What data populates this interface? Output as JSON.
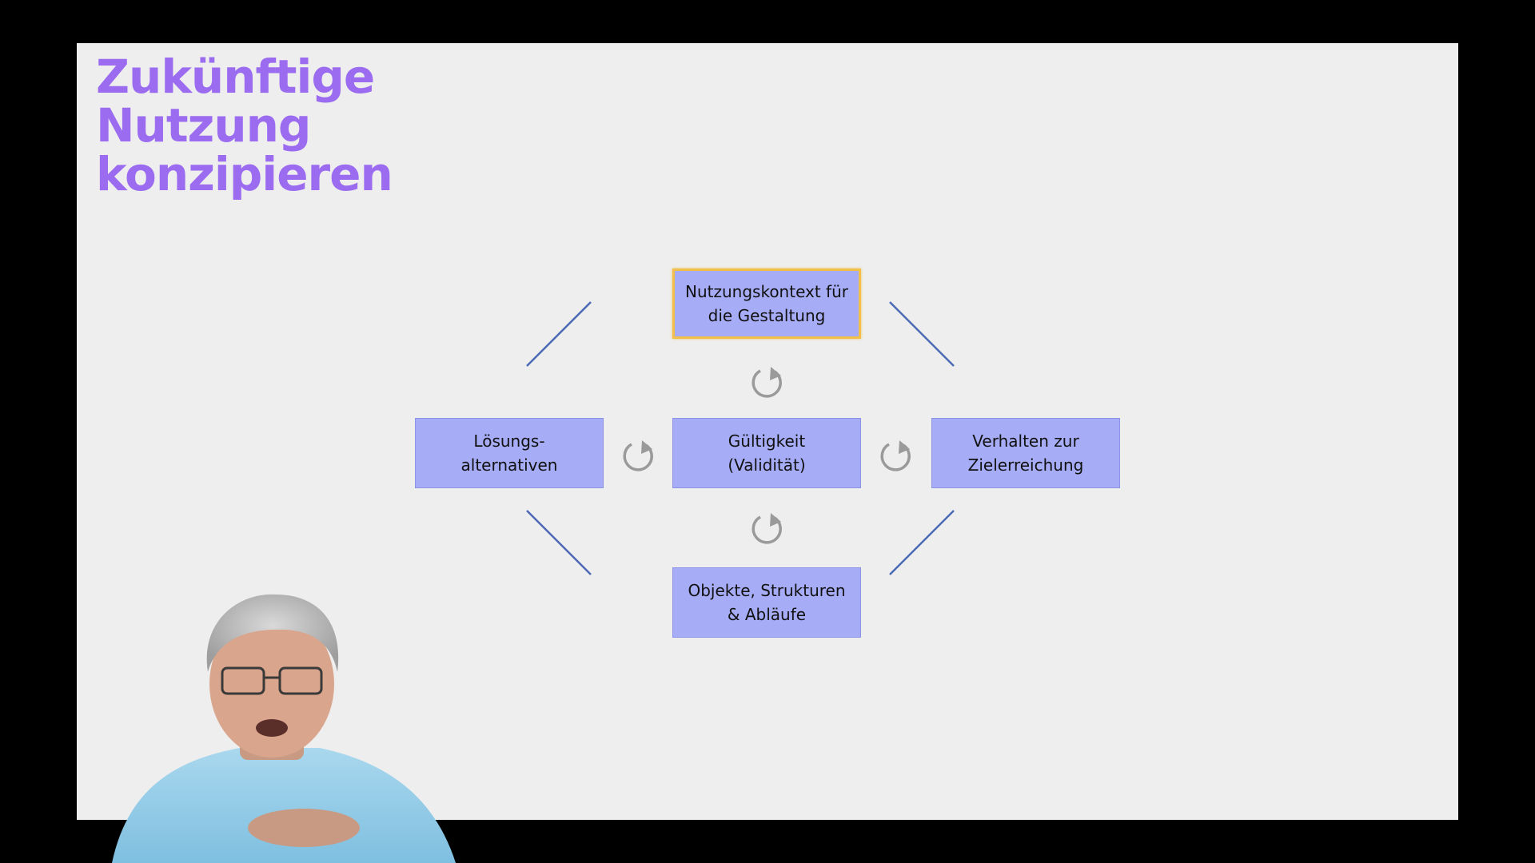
{
  "slide": {
    "title_lines": [
      "Zukünftige",
      "Nutzung",
      "konzipieren"
    ]
  },
  "diagram": {
    "boxes": {
      "top": "Nutzungskontext für\ndie Gestaltung",
      "left": "Lösungs-\nalternativen",
      "center": "Gültigkeit\n(Validität)",
      "right": "Verhalten zur\nZielerreichung",
      "bottom": "Objekte, Strukturen\n& Abläufe"
    },
    "highlighted_box": "top",
    "cycle_icon": "refresh-cycle-icon"
  },
  "colors": {
    "title": "#9b6cf0",
    "box_fill": "#a6acf6",
    "box_highlight_border": "#f2c04a",
    "connector": "#4a6ab5",
    "cycle_icon": "#9a9a9a",
    "slide_background": "#eeeeee",
    "screen_background": "#000000"
  }
}
